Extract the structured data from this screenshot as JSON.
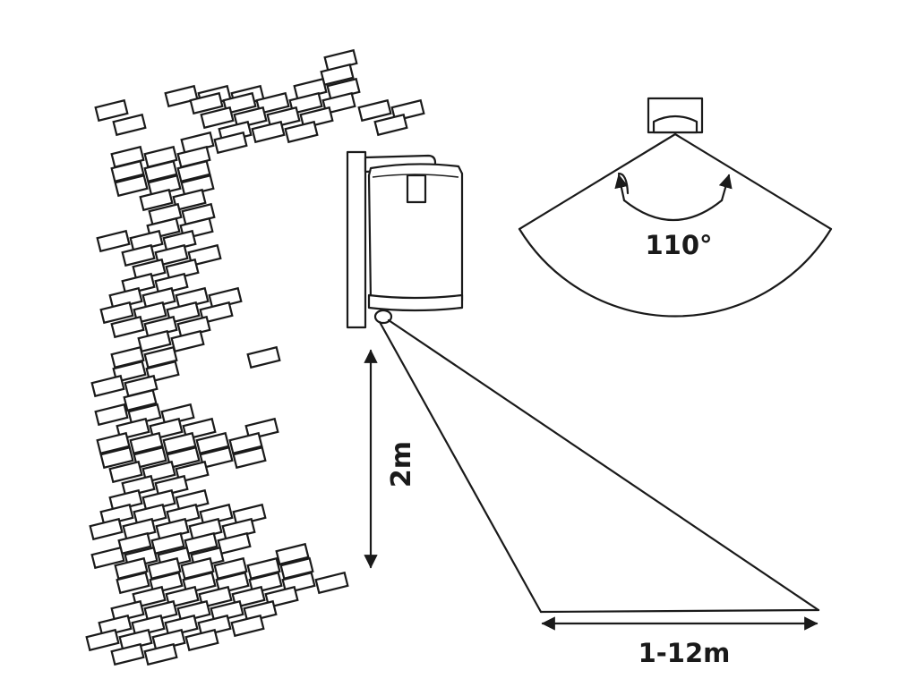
{
  "colors": {
    "ink": "#1a1a1a",
    "background": "#ffffff"
  },
  "labels": {
    "detection_angle": "110°",
    "mounting_height": "2m",
    "detection_range": "1-12m"
  }
}
